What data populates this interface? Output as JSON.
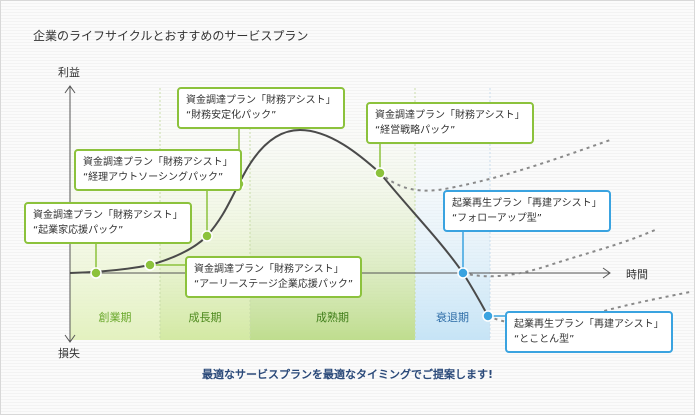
{
  "title": "企業のライフサイクルとおすすめのサービスプラン",
  "axis": {
    "y_top": "利益",
    "y_bottom": "損失",
    "x": "時間"
  },
  "phases": [
    {
      "label": "創業期",
      "color": "#6aa82c"
    },
    {
      "label": "成長期",
      "color": "#4e8a1e"
    },
    {
      "label": "成熟期",
      "color": "#3f7d19"
    },
    {
      "label": "衰退期",
      "color": "#2f6ea8"
    }
  ],
  "callouts": [
    {
      "line1": "資金調達プラン「財務アシスト」",
      "line2": "“起業家応援パック”",
      "style": "green"
    },
    {
      "line1": "資金調達プラン「財務アシスト」",
      "line2": "“経理アウトソーシングパック”",
      "style": "green"
    },
    {
      "line1": "資金調達プラン「財務アシスト」",
      "line2": "“財務安定化パック”",
      "style": "green"
    },
    {
      "line1": "資金調達プラン「財務アシスト」",
      "line2": "“経営戦略パック”",
      "style": "green"
    },
    {
      "line1": "資金調達プラン「財務アシスト」",
      "line2": "“アーリーステージ企業応援パック”",
      "style": "green"
    },
    {
      "line1": "起業再生プラン「再建アシスト」",
      "line2": "“フォローアップ型”",
      "style": "blue"
    },
    {
      "line1": "起業再生プラン「再建アシスト」",
      "line2": "“とことん型”",
      "style": "blue"
    }
  ],
  "caption": "最適なサービスプランを最適なタイミングでご提案します!",
  "colors": {
    "green_accent": "#8cc23c",
    "blue_accent": "#3aa3e0",
    "curve": "#4a4a4a"
  }
}
